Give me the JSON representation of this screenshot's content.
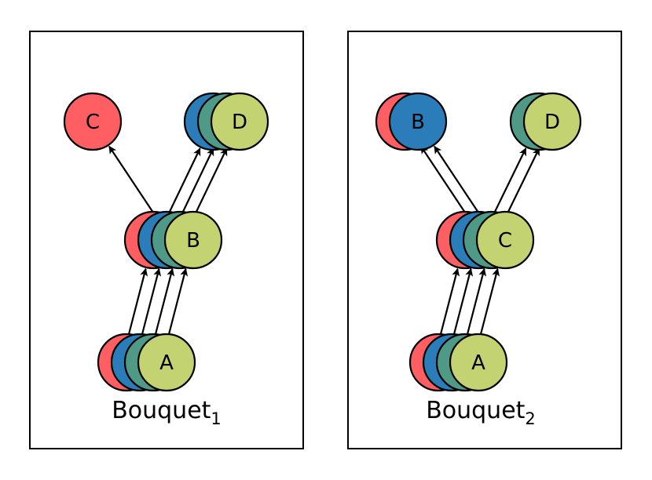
{
  "colors": {
    "red": "#ff5e62",
    "blue": "#2a7db8",
    "teal": "#4e9a86",
    "green": "#c3d372",
    "stroke": "#000000",
    "panel_border": "#000000"
  },
  "panels": [
    {
      "caption": "Bouquet",
      "caption_sub": "1",
      "nodes": [
        {
          "id": "p1-a",
          "label": "A",
          "stack": [
            "red",
            "blue",
            "teal",
            "green"
          ]
        },
        {
          "id": "p1-b",
          "label": "B",
          "stack": [
            "red",
            "blue",
            "teal",
            "green"
          ]
        },
        {
          "id": "p1-c",
          "label": "C",
          "stack": [
            "red"
          ]
        },
        {
          "id": "p1-d",
          "label": "D",
          "stack": [
            "blue",
            "teal",
            "green"
          ]
        }
      ],
      "edges": [
        {
          "from": "p1-a",
          "to": "p1-b",
          "layer": 0
        },
        {
          "from": "p1-a",
          "to": "p1-b",
          "layer": 1
        },
        {
          "from": "p1-a",
          "to": "p1-b",
          "layer": 2
        },
        {
          "from": "p1-a",
          "to": "p1-b",
          "layer": 3
        },
        {
          "from": "p1-b",
          "to": "p1-c",
          "layer": 0
        },
        {
          "from": "p1-b",
          "to": "p1-d",
          "layer": 1
        },
        {
          "from": "p1-b",
          "to": "p1-d",
          "layer": 2
        },
        {
          "from": "p1-b",
          "to": "p1-d",
          "layer": 3
        }
      ]
    },
    {
      "caption": "Bouquet",
      "caption_sub": "2",
      "nodes": [
        {
          "id": "p2-a",
          "label": "A",
          "stack": [
            "red",
            "blue",
            "teal",
            "green"
          ]
        },
        {
          "id": "p2-c",
          "label": "C",
          "stack": [
            "red",
            "blue",
            "teal",
            "green"
          ]
        },
        {
          "id": "p2-b",
          "label": "B",
          "stack": [
            "red",
            "blue"
          ]
        },
        {
          "id": "p2-d",
          "label": "D",
          "stack": [
            "teal",
            "green"
          ]
        }
      ],
      "edges": [
        {
          "from": "p2-a",
          "to": "p2-c",
          "layer": 0
        },
        {
          "from": "p2-a",
          "to": "p2-c",
          "layer": 1
        },
        {
          "from": "p2-a",
          "to": "p2-c",
          "layer": 2
        },
        {
          "from": "p2-a",
          "to": "p2-c",
          "layer": 3
        },
        {
          "from": "p2-c",
          "to": "p2-b",
          "layer": 0
        },
        {
          "from": "p2-c",
          "to": "p2-b",
          "layer": 1
        },
        {
          "from": "p2-c",
          "to": "p2-d",
          "layer": 2
        },
        {
          "from": "p2-c",
          "to": "p2-d",
          "layer": 3
        }
      ]
    }
  ]
}
